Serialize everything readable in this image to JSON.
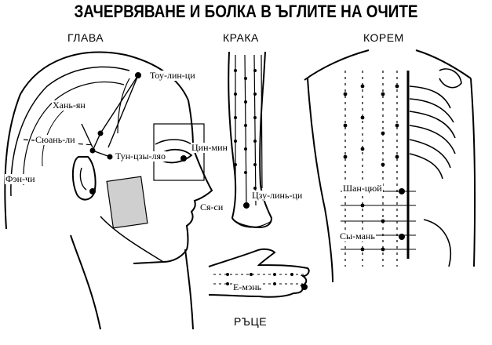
{
  "title": "ЗАЧЕРВЯВАНЕ И БОЛКА В ЪГЛИТЕ НА ОЧИТЕ",
  "sections": {
    "head": "ГЛАВА",
    "legs": "КРАКА",
    "abdomen": "КОРЕМ",
    "hands": "РЪЦЕ"
  },
  "points": {
    "tou_lin_tsi": "Тоу-лин-ци",
    "han_yan": "Хань-ян",
    "syuan_li": "Сюань-ли",
    "tun_tszy_lyao": "Тун-цзы-ляо",
    "fen_chi": "Фэн-чи",
    "tsin_min": "Цин-мин",
    "sya_si": "Ся-си",
    "tszu_lin_tsi": "Цзу-линь-ци",
    "shan_tsyuy": "Шан-цюй",
    "sy_man": "Сы-мань",
    "e_men": "Е-мэнь"
  }
}
